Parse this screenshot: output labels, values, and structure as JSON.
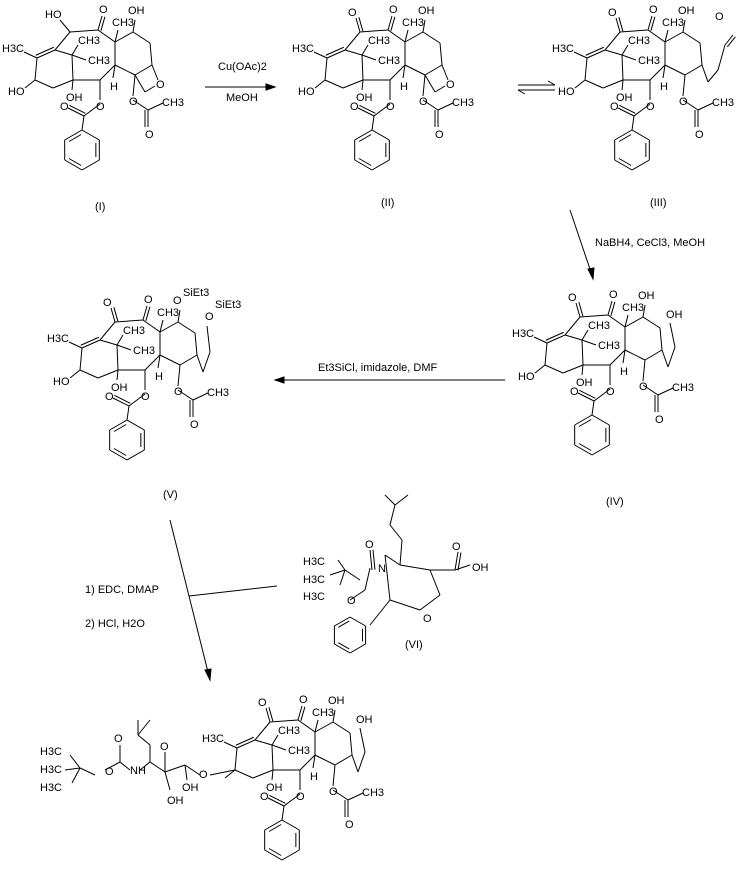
{
  "compounds": [
    {
      "id": "I",
      "label": "(I)"
    },
    {
      "id": "II",
      "label": "(II)"
    },
    {
      "id": "III",
      "label": "(III)"
    },
    {
      "id": "IV",
      "label": "(IV)"
    },
    {
      "id": "V",
      "label": "(V)"
    },
    {
      "id": "VI",
      "label": "(VI)"
    }
  ],
  "steps": {
    "step1_top": "Cu(OAc)2",
    "step1_bottom": "MeOH",
    "step3": "NaBH4, CeCl3, MeOH",
    "step4": "Et3SiCl, imidazole, DMF",
    "step5_a": "1) EDC, DMAP",
    "step5_b": "2) HCl, H2O"
  },
  "atom_labels": {
    "ho": "HO",
    "oh": "OH",
    "o": "O",
    "ch3": "CH3",
    "h3c": "H3C",
    "h": "H",
    "siet3": "SiEt3",
    "nh": "NH",
    "n": "N"
  }
}
